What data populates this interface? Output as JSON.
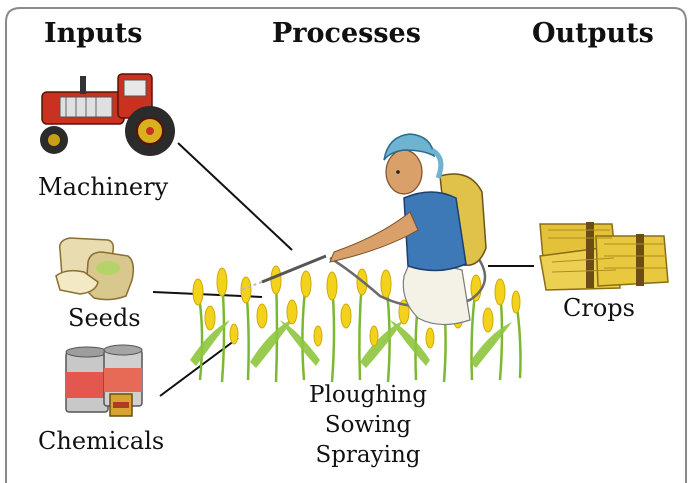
{
  "headings": {
    "inputs": "Inputs",
    "processes": "Processes",
    "outputs": "Outputs"
  },
  "inputs": {
    "machinery": "Machinery",
    "seeds": "Seeds",
    "chemicals": "Chemicals"
  },
  "processes": [
    "Ploughing",
    "Sowing",
    "Spraying"
  ],
  "outputs": {
    "crops": "Crops"
  },
  "colors": {
    "tractor": "#c8321e",
    "crop_yellow": "#f2d21b",
    "leaf_green": "#7bb832",
    "vest_blue": "#3d78b7",
    "straw": "#e3c23a"
  },
  "icons": [
    "tractor-icon",
    "seed-sacks-icon",
    "chemical-cans-icon",
    "farmer-spraying-icon",
    "crop-field-icon",
    "crop-bundles-icon"
  ]
}
